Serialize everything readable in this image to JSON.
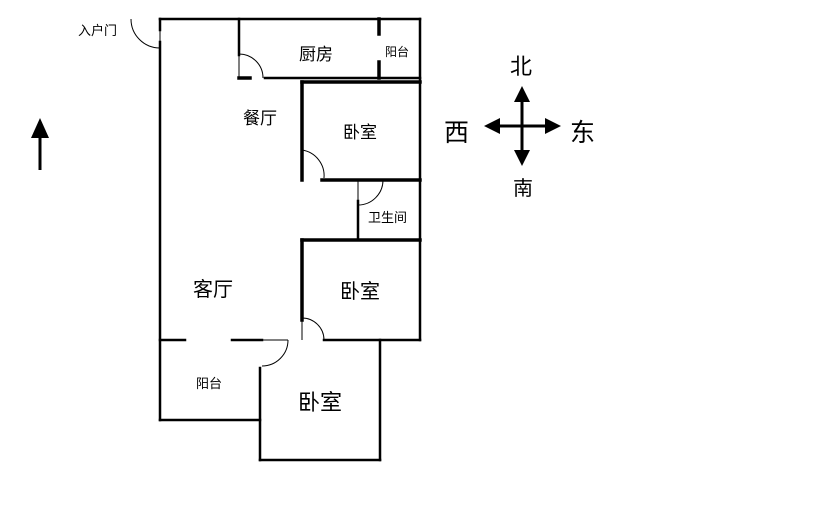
{
  "rooms": {
    "entrance": "入户门",
    "kitchen": "厨房",
    "balcony_north": "阳台",
    "dining": "餐厅",
    "bedroom_north": "卧室",
    "bathroom": "卫生间",
    "living": "客厅",
    "bedroom_middle": "卧室",
    "balcony_south": "阳台",
    "bedroom_south": "卧室"
  },
  "compass": {
    "north": "北",
    "south": "南",
    "west": "西",
    "east": "东"
  },
  "icons": {
    "north_indicator": "up-arrow-icon",
    "compass_cross": "four-way-arrow-icon"
  }
}
